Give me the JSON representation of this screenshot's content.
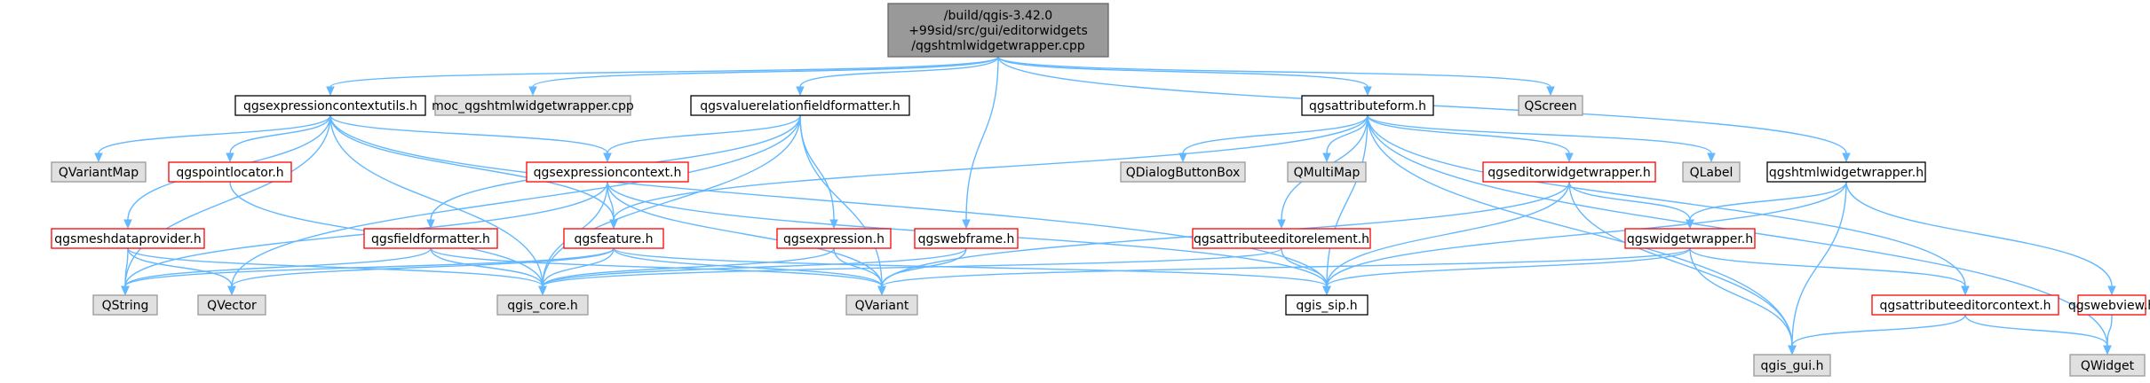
{
  "colors": {
    "edge": "#63b8ff",
    "root_fill": "#999999",
    "root_border": "#666666",
    "plain_border": "#000000",
    "documented_border": "#ff0000",
    "external_fill": "#e0e0e0",
    "external_border": "#999999",
    "text": "#000000"
  },
  "graph": {
    "nodes": [
      {
        "id": "root",
        "label": [
          "/build/qgis-3.42.0",
          "+99sid/src/gui/editorwidgets",
          "/qgshtmlwidgetwrapper.cpp"
        ],
        "style": "root"
      },
      {
        "id": "qgsexpressioncontextutils_h",
        "label": [
          "qgsexpressioncontextutils.h"
        ],
        "style": "plain"
      },
      {
        "id": "moc_qgshtmlwidgetwrapper_cpp",
        "label": [
          "moc_qgshtmlwidgetwrapper.cpp"
        ],
        "style": "external"
      },
      {
        "id": "qgsvaluerelationfieldformatter_h",
        "label": [
          "qgsvaluerelationfieldformatter.h"
        ],
        "style": "plain"
      },
      {
        "id": "qgsattributeform_h",
        "label": [
          "qgsattributeform.h"
        ],
        "style": "plain"
      },
      {
        "id": "qscreen",
        "label": [
          "QScreen"
        ],
        "style": "external"
      },
      {
        "id": "qvariantmap",
        "label": [
          "QVariantMap"
        ],
        "style": "external"
      },
      {
        "id": "qgspointlocator_h",
        "label": [
          "qgspointlocator.h"
        ],
        "style": "documented"
      },
      {
        "id": "qgsexpressioncontext_h",
        "label": [
          "qgsexpressioncontext.h"
        ],
        "style": "documented"
      },
      {
        "id": "qdialogbuttonbox",
        "label": [
          "QDialogButtonBox"
        ],
        "style": "external"
      },
      {
        "id": "qmultimap",
        "label": [
          "QMultiMap"
        ],
        "style": "external"
      },
      {
        "id": "qgseditorwidgetwrapper_h",
        "label": [
          "qgseditorwidgetwrapper.h"
        ],
        "style": "documented"
      },
      {
        "id": "qlabel",
        "label": [
          "QLabel"
        ],
        "style": "external"
      },
      {
        "id": "qgshtmlwidgetwrapper_h",
        "label": [
          "qgshtmlwidgetwrapper.h"
        ],
        "style": "plain"
      },
      {
        "id": "qgsmeshdataprovider_h",
        "label": [
          "qgsmeshdataprovider.h"
        ],
        "style": "documented"
      },
      {
        "id": "qgsfieldformatter_h",
        "label": [
          "qgsfieldformatter.h"
        ],
        "style": "documented"
      },
      {
        "id": "qgsfeature_h",
        "label": [
          "qgsfeature.h"
        ],
        "style": "documented"
      },
      {
        "id": "qgsexpression_h",
        "label": [
          "qgsexpression.h"
        ],
        "style": "documented"
      },
      {
        "id": "qgswebframe_h",
        "label": [
          "qgswebframe.h"
        ],
        "style": "documented"
      },
      {
        "id": "qgsattributeeditorelement_h",
        "label": [
          "qgsattributeeditorelement.h"
        ],
        "style": "documented"
      },
      {
        "id": "qgswidgetwrapper_h",
        "label": [
          "qgswidgetwrapper.h"
        ],
        "style": "documented"
      },
      {
        "id": "qstring",
        "label": [
          "QString"
        ],
        "style": "external"
      },
      {
        "id": "qvector",
        "label": [
          "QVector"
        ],
        "style": "external"
      },
      {
        "id": "qgis_core_h",
        "label": [
          "qgis_core.h"
        ],
        "style": "external"
      },
      {
        "id": "qvariant",
        "label": [
          "QVariant"
        ],
        "style": "external"
      },
      {
        "id": "qgis_sip_h",
        "label": [
          "qgis_sip.h"
        ],
        "style": "plain"
      },
      {
        "id": "qgsattributeeditorcontext_h",
        "label": [
          "qgsattributeeditorcontext.h"
        ],
        "style": "documented"
      },
      {
        "id": "qgswebview_h",
        "label": [
          "qgswebview.h"
        ],
        "style": "documented"
      },
      {
        "id": "qgis_gui_h",
        "label": [
          "qgis_gui.h"
        ],
        "style": "external"
      },
      {
        "id": "qwidget",
        "label": [
          "QWidget"
        ],
        "style": "external"
      }
    ],
    "edges": [
      [
        "root",
        "qgsexpressioncontextutils_h"
      ],
      [
        "root",
        "moc_qgshtmlwidgetwrapper_cpp"
      ],
      [
        "root",
        "qgsvaluerelationfieldformatter_h"
      ],
      [
        "root",
        "qgswebframe_h"
      ],
      [
        "root",
        "qgsattributeform_h"
      ],
      [
        "root",
        "qscreen"
      ],
      [
        "root",
        "qgshtmlwidgetwrapper_h"
      ],
      [
        "qgsexpressioncontextutils_h",
        "qvariantmap"
      ],
      [
        "qgsexpressioncontextutils_h",
        "qgspointlocator_h"
      ],
      [
        "qgsexpressioncontextutils_h",
        "qgsexpressioncontext_h"
      ],
      [
        "qgsexpressioncontextutils_h",
        "qgsmeshdataprovider_h"
      ],
      [
        "qgsexpressioncontextutils_h",
        "qgsfeature_h"
      ],
      [
        "qgsexpressioncontextutils_h",
        "qstring"
      ],
      [
        "qgsexpressioncontextutils_h",
        "qgis_core_h"
      ],
      [
        "qgsexpressioncontextutils_h",
        "qgis_sip_h"
      ],
      [
        "qgsvaluerelationfieldformatter_h",
        "qgsexpressioncontext_h"
      ],
      [
        "qgsvaluerelationfieldformatter_h",
        "qgsfieldformatter_h"
      ],
      [
        "qgsvaluerelationfieldformatter_h",
        "qgsexpression_h"
      ],
      [
        "qgsvaluerelationfieldformatter_h",
        "qgis_core_h"
      ],
      [
        "qgsvaluerelationfieldformatter_h",
        "qvariant"
      ],
      [
        "qgsvaluerelationfieldformatter_h",
        "qvector"
      ],
      [
        "qgsattributeform_h",
        "qdialogbuttonbox"
      ],
      [
        "qgsattributeform_h",
        "qmultimap"
      ],
      [
        "qgsattributeform_h",
        "qgseditorwidgetwrapper_h"
      ],
      [
        "qgsattributeform_h",
        "qlabel"
      ],
      [
        "qgsattributeform_h",
        "qgsattributeeditorelement_h"
      ],
      [
        "qgsattributeform_h",
        "qgsfeature_h"
      ],
      [
        "qgsattributeform_h",
        "qgsattributeeditorcontext_h"
      ],
      [
        "qgsattributeform_h",
        "qgis_sip_h"
      ],
      [
        "qgsattributeform_h",
        "qgis_gui_h"
      ],
      [
        "qgsattributeform_h",
        "qwidget"
      ],
      [
        "qgspointlocator_h",
        "qgis_core_h"
      ],
      [
        "qgsexpressioncontext_h",
        "qgsfeature_h"
      ],
      [
        "qgsexpressioncontext_h",
        "qstring"
      ],
      [
        "qgsexpressioncontext_h",
        "qgis_core_h"
      ],
      [
        "qgsexpressioncontext_h",
        "qvariant"
      ],
      [
        "qgsexpressioncontext_h",
        "qgis_sip_h"
      ],
      [
        "qgseditorwidgetwrapper_h",
        "qgswidgetwrapper_h"
      ],
      [
        "qgseditorwidgetwrapper_h",
        "qvariant"
      ],
      [
        "qgseditorwidgetwrapper_h",
        "qgis_sip_h"
      ],
      [
        "qgseditorwidgetwrapper_h",
        "qgis_gui_h"
      ],
      [
        "qgshtmlwidgetwrapper_h",
        "qgswidgetwrapper_h"
      ],
      [
        "qgshtmlwidgetwrapper_h",
        "qgswebview_h"
      ],
      [
        "qgshtmlwidgetwrapper_h",
        "qgis_gui_h"
      ],
      [
        "qgshtmlwidgetwrapper_h",
        "qgis_sip_h"
      ],
      [
        "qgsmeshdataprovider_h",
        "qstring"
      ],
      [
        "qgsmeshdataprovider_h",
        "qvector"
      ],
      [
        "qgsmeshdataprovider_h",
        "qgis_core_h"
      ],
      [
        "qgsfieldformatter_h",
        "qstring"
      ],
      [
        "qgsfieldformatter_h",
        "qgis_core_h"
      ],
      [
        "qgsfieldformatter_h",
        "qvariant"
      ],
      [
        "qgsfeature_h",
        "qstring"
      ],
      [
        "qgsfeature_h",
        "qvector"
      ],
      [
        "qgsfeature_h",
        "qgis_core_h"
      ],
      [
        "qgsfeature_h",
        "qvariant"
      ],
      [
        "qgsfeature_h",
        "qgis_sip_h"
      ],
      [
        "qgsexpression_h",
        "qgis_core_h"
      ],
      [
        "qgsexpression_h",
        "qvariant"
      ],
      [
        "qgswebframe_h",
        "qgis_core_h"
      ],
      [
        "qgswebframe_h",
        "qvariant"
      ],
      [
        "qgsattributeeditorelement_h",
        "qgis_core_h"
      ],
      [
        "qgsattributeeditorelement_h",
        "qgis_sip_h"
      ],
      [
        "qgswidgetwrapper_h",
        "qgsattributeeditorcontext_h"
      ],
      [
        "qgswidgetwrapper_h",
        "qgis_sip_h"
      ],
      [
        "qgswidgetwrapper_h",
        "qvariant"
      ],
      [
        "qgswidgetwrapper_h",
        "qgis_gui_h"
      ],
      [
        "qgsattributeeditorcontext_h",
        "qgis_gui_h"
      ],
      [
        "qgsattributeeditorcontext_h",
        "qwidget"
      ],
      [
        "qgswebview_h",
        "qwidget"
      ]
    ]
  }
}
